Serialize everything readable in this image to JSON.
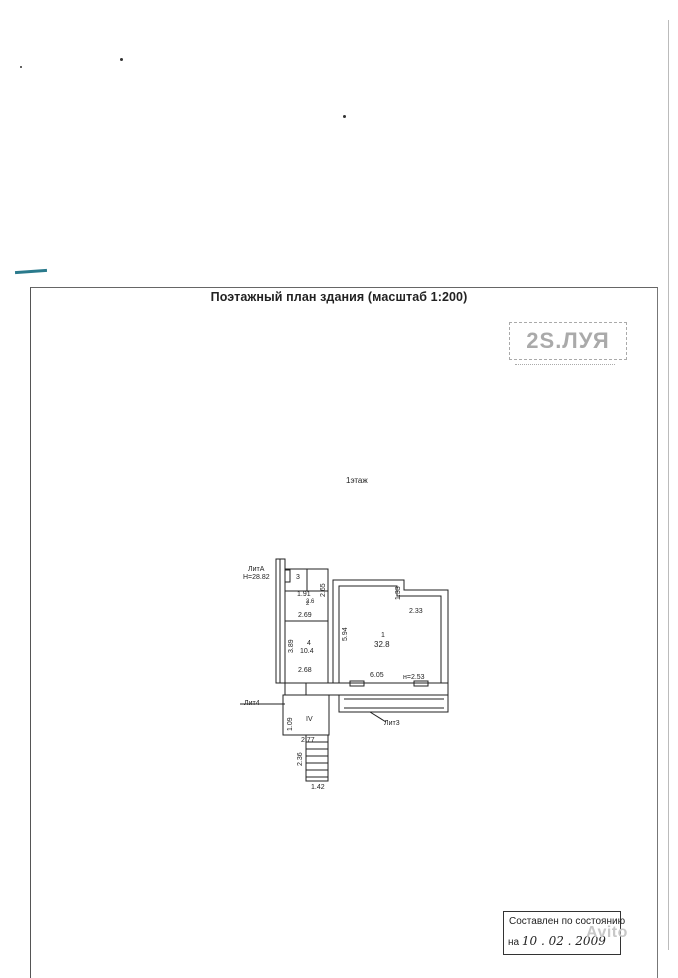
{
  "page": {
    "title": "Поэтажный план здания (масштаб 1:200)",
    "stamp_text": "2S.ЛУЯ",
    "floor_label": "1этаж"
  },
  "plan": {
    "labels": {
      "lit_a": "ЛитА",
      "height_main": "H=28.82",
      "lit4": "Лит4",
      "lit3": "Лит3",
      "section_iv": "IV",
      "height_room1": "н=2.53"
    },
    "rooms": [
      {
        "number": "1",
        "area": "32.8"
      },
      {
        "number": "3",
        "area": ""
      },
      {
        "number": "2",
        "area": "2.6"
      },
      {
        "number": "4",
        "area": "10.4"
      }
    ],
    "dimensions": [
      "1.91",
      "2.65",
      "2.69",
      "1.33",
      "2.33",
      "5.94",
      "3.89",
      "2.68",
      "6.05",
      "1.09",
      "2.77",
      "2.36",
      "1.42"
    ]
  },
  "footer": {
    "compiled_label": "Составлен по состоянию",
    "date_prefix": "на",
    "date_handwritten": "10 . 02 . 2009",
    "watermark": "Avito"
  },
  "colors": {
    "ink": "#222222",
    "stamp": "#aaaaaa",
    "teal_mark": "#2a7a8c"
  }
}
